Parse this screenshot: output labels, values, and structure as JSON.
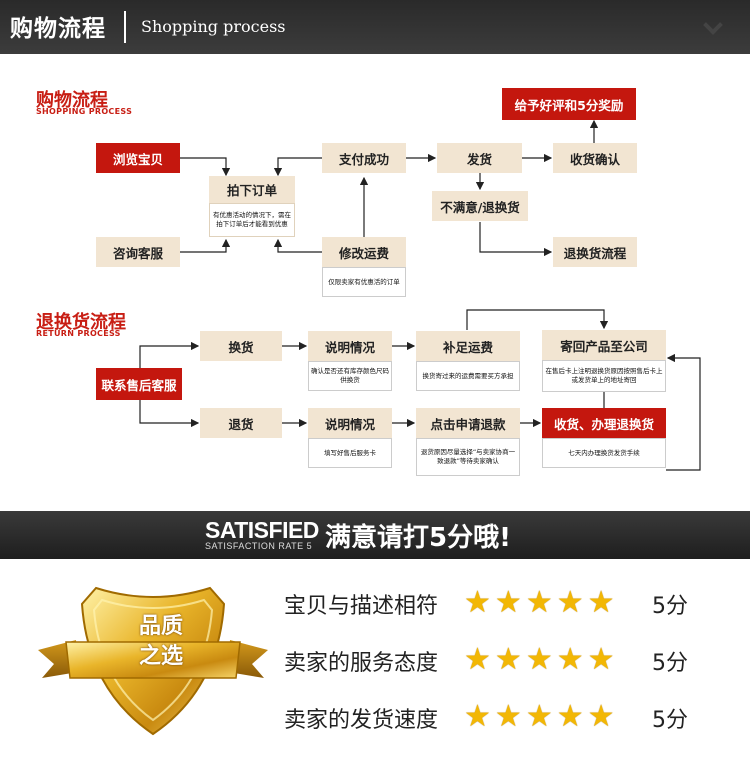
{
  "header": {
    "title": "购物流程",
    "subtitle": "Shopping process"
  },
  "shopping": {
    "title": "购物流程",
    "subtitle": "SHOPPING PROCESS",
    "browse": "浏览宝贝",
    "order": "拍下订单",
    "order_note": "有优惠活动的情况下，需在拍下订单后才能看到优惠",
    "consult": "咨询客服",
    "pay": "支付成功",
    "modify_fee": "修改运费",
    "modify_note": "仅限卖家有优惠活的订单",
    "ship": "发货",
    "receive": "收货确认",
    "reward": "给予好评和5分奖励",
    "unsatisfied": "不满意/退换货",
    "return_flow": "退换货流程"
  },
  "returns": {
    "title": "退换货流程",
    "subtitle": "RETURN PROCESS",
    "contact": "联系售后客服",
    "exchange": "换货",
    "refund": "退货",
    "explain1": "说明情况",
    "explain1_note": "确认是否还有库存颜色尺码供换货",
    "explain2": "说明情况",
    "explain2_note": "填写好售后服务卡",
    "pay_extra": "补足运费",
    "pay_extra_note": "换货寄过来的运费需要买方承担",
    "apply_refund": "点击申请退款",
    "apply_refund_note": "退货原因尽量选择“与卖家协商一致退款”等待卖家确认",
    "send_back": "寄回产品至公司",
    "send_back_note": "在售后卡上注明退换货原因按照售后卡上或发货单上的地址寄回",
    "handle": "收货、办理退换货",
    "handle_note": "七天内办理换货发货手续"
  },
  "satisfied": {
    "big": "SATISFIED",
    "small": "SATISFACTION RATE 5",
    "cn": "满意请打5分哦!"
  },
  "badge": {
    "line1": "品质",
    "line2": "之选"
  },
  "ratings": [
    {
      "label": "宝贝与描述相符",
      "stars": 5,
      "score": "5分"
    },
    {
      "label": "卖家的服务态度",
      "stars": 5,
      "score": "5分"
    },
    {
      "label": "卖家的发货速度",
      "stars": 5,
      "score": "5分"
    }
  ],
  "colors": {
    "red": "#c4170e",
    "beige": "#f2e5d2",
    "dark": "#2a2a2a",
    "gold": "#f2b705"
  }
}
